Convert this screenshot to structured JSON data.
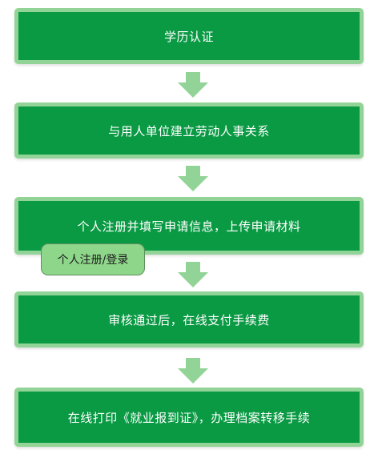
{
  "steps": [
    {
      "label": "学历认证"
    },
    {
      "label": "与用人单位建立劳动人事关系"
    },
    {
      "label": "个人注册并填写申请信息，上传申请材料"
    },
    {
      "label": "审核通过后，在线支付手续费"
    },
    {
      "label": "在线打印《就业报到证》，办理档案转移手续"
    }
  ],
  "sub_button": {
    "label": "个人注册/登录"
  },
  "colors": {
    "box_fill": "#0a9a44",
    "box_border": "#92d497",
    "arrow": "#92d497",
    "button_fill": "#8ed68a"
  }
}
